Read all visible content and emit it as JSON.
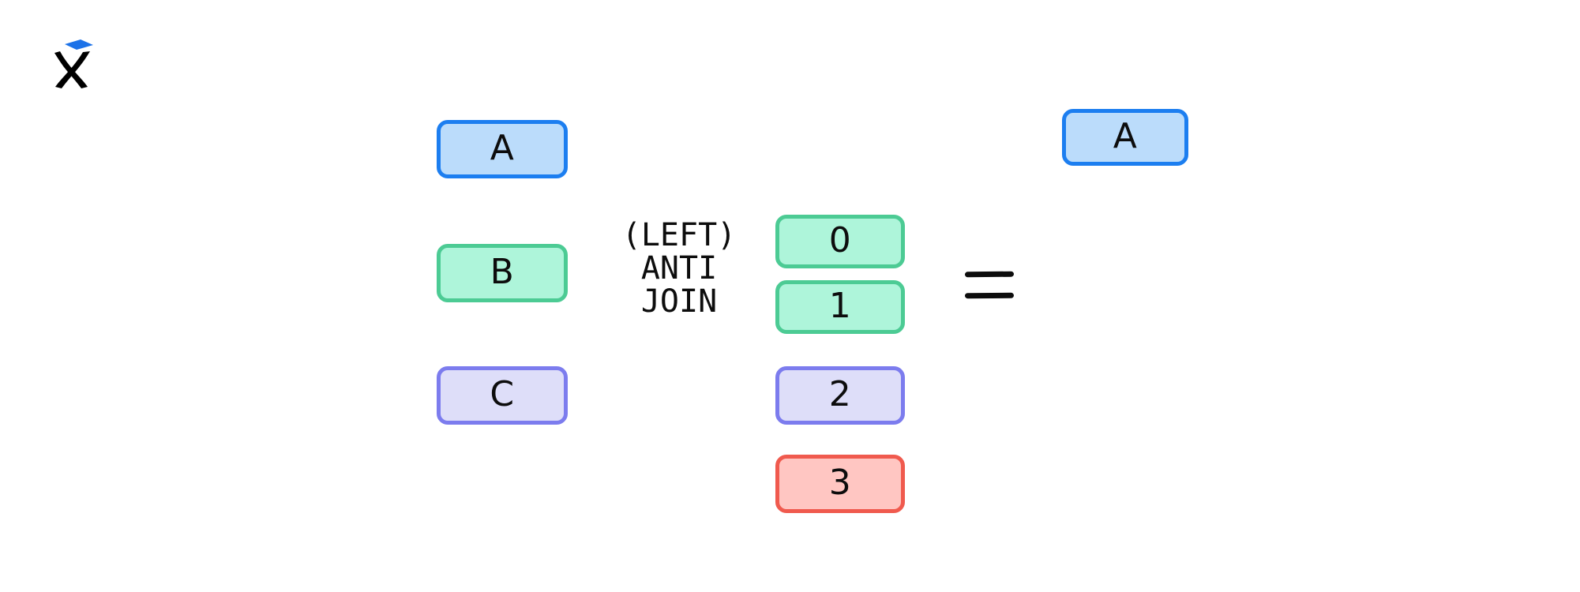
{
  "logo": {
    "name": "x-diamond-logo",
    "mark": "X",
    "accent_color": "#1C72E8",
    "mark_color": "#000000"
  },
  "diagram": {
    "title": "left-anti-join-illustration",
    "operator": {
      "name": "anti-join-operator",
      "lines": [
        "(LEFT)",
        "ANTI",
        "JOIN"
      ],
      "full_text": "(LEFT) ANTI JOIN"
    },
    "equals": {
      "name": "equals-sign",
      "symbol": "="
    },
    "left_operand": {
      "name": "left-table",
      "rows": [
        {
          "label": "A",
          "color_key": "blue",
          "border": "#1C7EF0",
          "fill": "#BBDCFB"
        },
        {
          "label": "B",
          "color_key": "green",
          "border": "#4CCB94",
          "fill": "#AEF5DA"
        },
        {
          "label": "C",
          "color_key": "purple",
          "border": "#7C7CEE",
          "fill": "#DEDEF9"
        }
      ]
    },
    "right_operand": {
      "name": "right-table",
      "rows": [
        {
          "label": "0",
          "color_key": "green",
          "border": "#4CCB94",
          "fill": "#AEF5DA"
        },
        {
          "label": "1",
          "color_key": "green",
          "border": "#4CCB94",
          "fill": "#AEF5DA"
        },
        {
          "label": "2",
          "color_key": "purple",
          "border": "#7C7CEE",
          "fill": "#DEDEF9"
        },
        {
          "label": "3",
          "color_key": "red",
          "border": "#F05A4E",
          "fill": "#FFC6C2"
        }
      ]
    },
    "result": {
      "name": "result-table",
      "rows": [
        {
          "label": "A",
          "color_key": "blue",
          "border": "#1C7EF0",
          "fill": "#BBDCFB"
        }
      ]
    }
  },
  "colors": {
    "background": "#FFFFFF",
    "ink": "#0D0D0D",
    "blue_border": "#1C7EF0",
    "blue_fill": "#BBDCFB",
    "green_border": "#4CCB94",
    "green_fill": "#AEF5DA",
    "purple_border": "#7C7CEE",
    "purple_fill": "#DEDEF9",
    "red_border": "#F05A4E",
    "red_fill": "#FFC6C2"
  }
}
